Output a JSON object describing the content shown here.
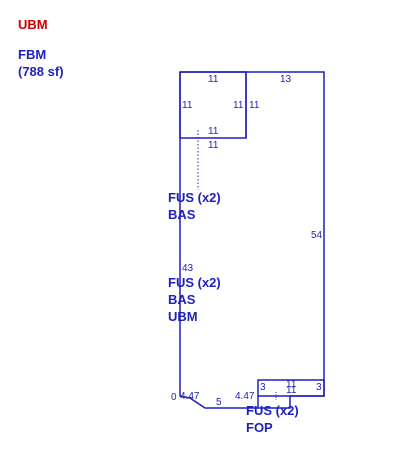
{
  "legend": {
    "ubm": "UBM",
    "fbm": "FBM",
    "fbm_area": "(788 sf)"
  },
  "colors": {
    "accent_red": "#cc0000",
    "line_blue": "#1f1fbf"
  },
  "areas": {
    "fus_upper": {
      "line1": "FUS (x2)",
      "line2": "BAS"
    },
    "fus_middle": {
      "line1": "FUS (x2)",
      "line2": "BAS",
      "line3": "UBM"
    },
    "fus_porch": {
      "line1": "FUS (x2)",
      "line2": "FOP"
    }
  },
  "dimensions": {
    "top_left": "11",
    "top_right": "13",
    "inner_left": "11",
    "inner_right_a": "11",
    "inner_right_b": "11",
    "inner_bottom_a": "11",
    "inner_bottom_b": "11",
    "right_side": "54",
    "left_side": "43",
    "porch_left": "3",
    "porch_top": "11",
    "porch_bottom": "11",
    "porch_right": "3",
    "bottom_zero": "0",
    "bottom_left": "4.47",
    "bottom_mid": "5",
    "bottom_right": "4.47"
  }
}
